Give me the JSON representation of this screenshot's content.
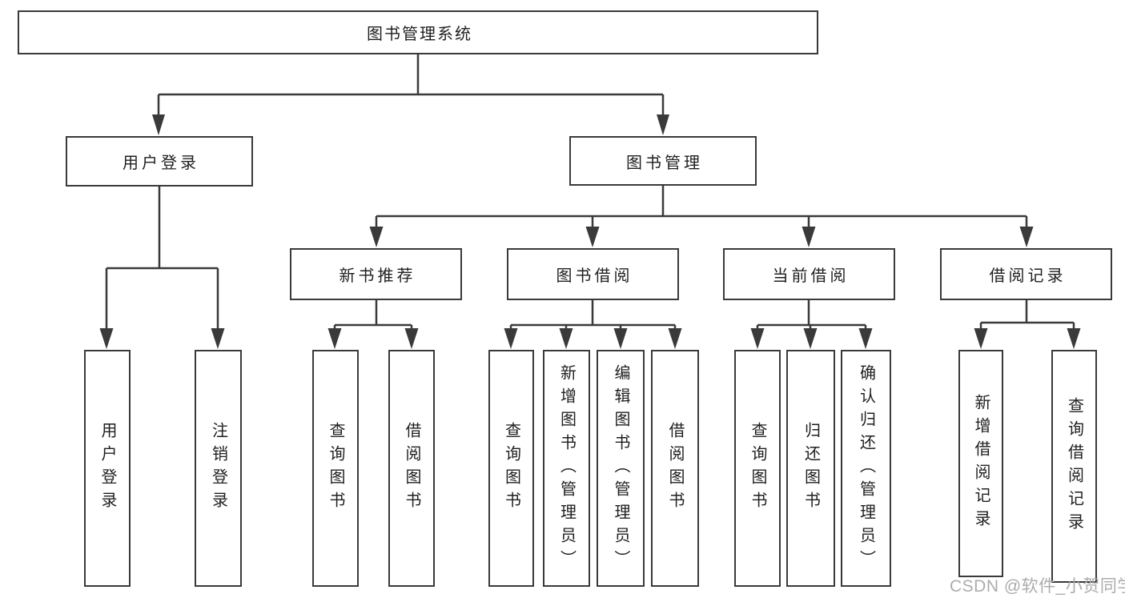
{
  "diagram": {
    "type": "tree",
    "root": {
      "label": "图书管理系统"
    },
    "branches": [
      {
        "label": "用户登录",
        "children": [
          {
            "label": "用户登录"
          },
          {
            "label": "注销登录"
          }
        ]
      },
      {
        "label": "图书管理",
        "children": [
          {
            "label": "新书推荐",
            "children": [
              {
                "label": "查询图书"
              },
              {
                "label": "借阅图书"
              }
            ]
          },
          {
            "label": "图书借阅",
            "children": [
              {
                "label": "查询图书"
              },
              {
                "label": "新增图书（管理员）"
              },
              {
                "label": "编辑图书（管理员）"
              },
              {
                "label": "借阅图书"
              }
            ]
          },
          {
            "label": "当前借阅",
            "children": [
              {
                "label": "查询图书"
              },
              {
                "label": "归还图书"
              },
              {
                "label": "确认归还（管理员）"
              }
            ]
          },
          {
            "label": "借阅记录",
            "children": [
              {
                "label": "新增借阅记录"
              },
              {
                "label": "查询借阅记录"
              }
            ]
          }
        ]
      }
    ],
    "watermark": "CSDN @软件_小贺同学",
    "colors": {
      "line": "#3a3a3a",
      "text": "#1f1f1f",
      "watermark": "#acacac",
      "background": "#ffffff"
    }
  }
}
